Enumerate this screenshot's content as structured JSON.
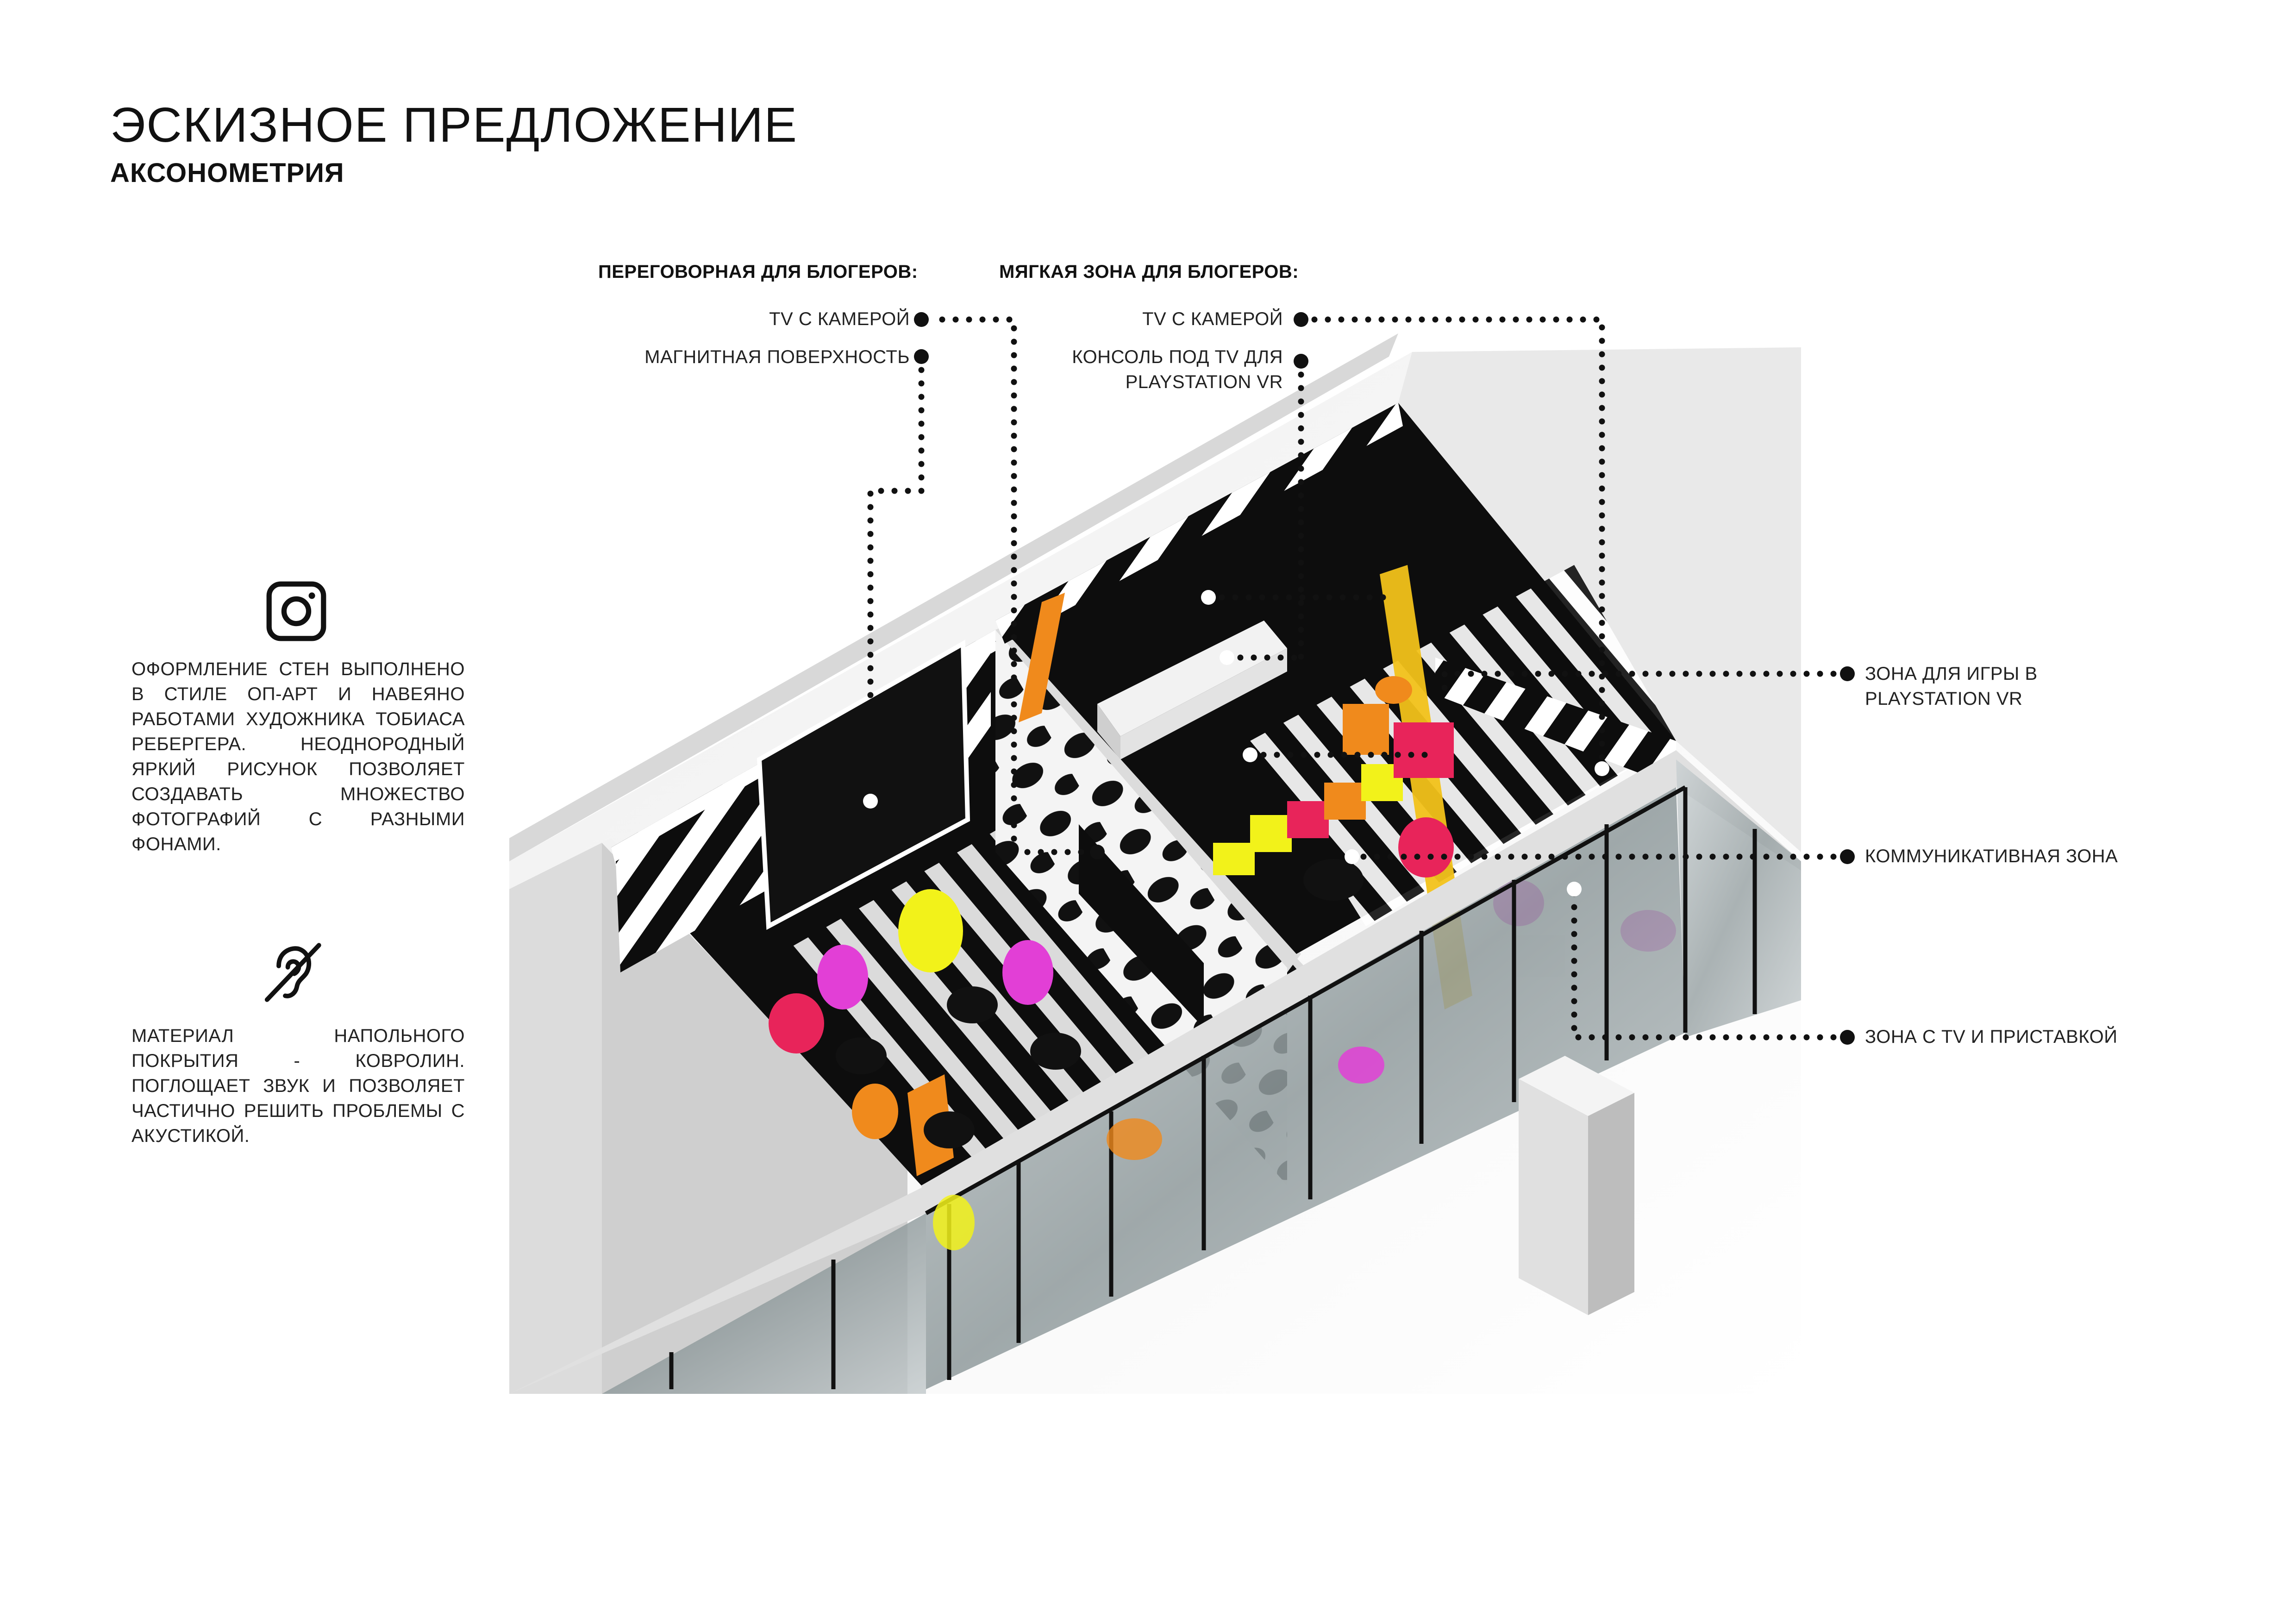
{
  "header": {
    "title": "ЭСКИЗНОЕ ПРЕДЛОЖЕНИЕ",
    "subtitle": "АКСОНОМЕТРИЯ"
  },
  "left_panel": {
    "block1": {
      "icon": "instagram-icon",
      "text": "ОФОРМЛЕНИЕ СТЕН ВЫПОЛНЕНО В СТИЛЕ ОП-АРТ И НАВЕЯНО РАБОТАМИ ХУДОЖНИКА ТОБИАСА РЕБЕРГЕРА. НЕОДНОРОДНЫЙ ЯРКИЙ РИСУНОК ПОЗВОЛЯЕТ СОЗДАВАТЬ МНОЖЕСТВО ФОТОГРАФИЙ С РАЗНЫМИ ФОНАМИ."
    },
    "block2": {
      "icon": "hearing-disabled-icon",
      "text": "МАТЕРИАЛ НАПОЛЬНОГО ПОКРЫТИЯ - КОВРОЛИН. ПОГЛОЩАЕТ ЗВУК И ПОЗВОЛЯЕТ ЧАСТИЧНО РЕШИТЬ ПРОБЛЕМЫ С АКУСТИКОЙ."
    }
  },
  "annotations": {
    "meeting_room": {
      "heading": "ПЕРЕГОВОРНАЯ ДЛЯ БЛОГЕРОВ:",
      "items": [
        "TV С КАМЕРОЙ",
        "МАГНИТНАЯ ПОВЕРХНОСТЬ"
      ]
    },
    "soft_zone": {
      "heading": "МЯГКАЯ ЗОНА ДЛЯ БЛОГЕРОВ:",
      "items": [
        "TV С КАМЕРОЙ",
        "КОНСОЛЬ ПОД TV ДЛЯ PLAYSTATION VR"
      ]
    },
    "right": [
      "ЗОНА ДЛЯ ИГРЫ В PLAYSTATION VR",
      "КОММУНИКАТИВНАЯ ЗОНА",
      "ЗОНА С TV И ПРИСТАВКОЙ"
    ]
  },
  "colors": {
    "text": "#111111",
    "yellow": "#f2f21a",
    "orange": "#f08a1c",
    "pink": "#e8245a",
    "magenta": "#e23fd6",
    "black": "#0d0d0d",
    "white": "#ffffff",
    "glass": "#9aa5a8"
  }
}
